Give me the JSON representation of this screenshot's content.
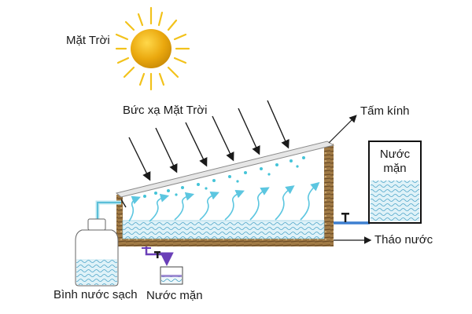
{
  "labels": {
    "sun": "Mặt Trời",
    "radiation": "Bức xạ Mặt Trời",
    "glass": "Tấm kính",
    "saltwater_tank_line1": "Nước",
    "saltwater_tank_line2": "mặn",
    "drain": "Tháo nước",
    "clean_water_bottle": "Bình nước sạch",
    "salt_water_collector": "Nước mặn"
  },
  "colors": {
    "sun_core": "#e8a810",
    "sun_rays": "#f2c21b",
    "wood_frame": "#a07a45",
    "water": "#bfe3ef",
    "water_pattern": "#4aa3c8",
    "droplets": "#45c4d8",
    "vapor_arrows": "#5cc6e0",
    "pipe_blue": "#3d7fd0",
    "pipe_purple": "#6a3fb8",
    "glass": "#dddddd"
  },
  "icons": {
    "sun": "sun-icon",
    "valve": "valve-icon"
  }
}
